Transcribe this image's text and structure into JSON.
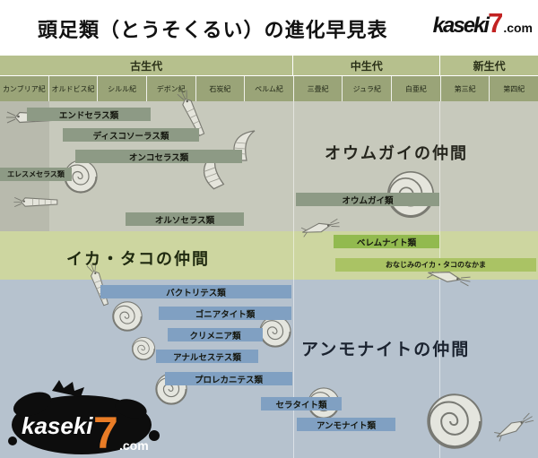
{
  "header": {
    "title": "頭足類（とうそくるい）の進化早見表",
    "logo": {
      "name": "kaseki",
      "seven": "7",
      "domain": ".com"
    }
  },
  "timeline": {
    "eras": [
      {
        "label": "古生代"
      },
      {
        "label": "中生代"
      },
      {
        "label": "新生代"
      }
    ],
    "periods": [
      {
        "label": "カンブリア紀"
      },
      {
        "label": "オルドビス紀"
      },
      {
        "label": "シルル紀"
      },
      {
        "label": "デボン紀"
      },
      {
        "label": "石炭紀"
      },
      {
        "label": "ペルム紀"
      },
      {
        "label": "三畳紀"
      },
      {
        "label": "ジュラ紀"
      },
      {
        "label": "白亜紀"
      },
      {
        "label": "第三紀"
      },
      {
        "label": "第四紀"
      }
    ]
  },
  "groups": {
    "nautilus": {
      "title": "オウムガイの仲間",
      "bars": [
        {
          "label": "エンドセラス類",
          "start": "カンブリア紀",
          "end": "シルル紀"
        },
        {
          "label": "ディスコソーラス類",
          "start": "オルドビス紀",
          "end": "デボン紀"
        },
        {
          "label": "オンコセラス類",
          "start": "オルドビス紀",
          "end": "石炭紀"
        },
        {
          "label": "エレスメセラス類",
          "start": "カンブリア紀",
          "end": "オルドビス紀"
        },
        {
          "label": "オウムガイ類",
          "start": "三畳紀",
          "end": "白亜紀"
        },
        {
          "label": "オルソセラス類",
          "start": "シルル紀",
          "end": "石炭紀"
        }
      ]
    },
    "squid": {
      "title": "イカ・タコの仲間",
      "bars": [
        {
          "label": "ベレムナイト類",
          "start": "ジュラ紀",
          "end": "白亜紀"
        },
        {
          "label": "おなじみのイカ・タコのなかま",
          "start": "ジュラ紀",
          "end": "第四紀"
        }
      ]
    },
    "ammonite": {
      "title": "アンモナイトの仲間",
      "bars": [
        {
          "label": "バクトリテス類",
          "start": "シルル紀",
          "end": "ペルム紀"
        },
        {
          "label": "ゴニアタイト類",
          "start": "デボン紀",
          "end": "ペルム紀"
        },
        {
          "label": "クリメニア類",
          "start": "デボン紀",
          "end": "石炭紀"
        },
        {
          "label": "アナルセステス類",
          "start": "デボン紀",
          "end": "石炭紀"
        },
        {
          "label": "プロレカニテス類",
          "start": "デボン紀",
          "end": "ペルム紀"
        },
        {
          "label": "セラタイト類",
          "start": "ペルム紀",
          "end": "三畳紀"
        },
        {
          "label": "アンモナイト類",
          "start": "三畳紀",
          "end": "白亜紀"
        }
      ]
    }
  },
  "footer_logo": {
    "name": "kaseki",
    "seven": "7",
    "domain": ".com"
  },
  "colors": {
    "era_row": "#b6c08d",
    "period_row": "#9aa478",
    "nautilus_band": "#c7c9bc",
    "nautilus_bar": "#8d9a85",
    "squid_band": "#cdd6a0",
    "belemnite_bar": "#92ba4f",
    "modern_squid_bar": "#aac364",
    "ammonite_band": "#b6c2ce",
    "ammonite_bar": "#80a0c2",
    "logo_seven_top": "#c22222",
    "logo_seven_bottom": "#e97c26"
  }
}
